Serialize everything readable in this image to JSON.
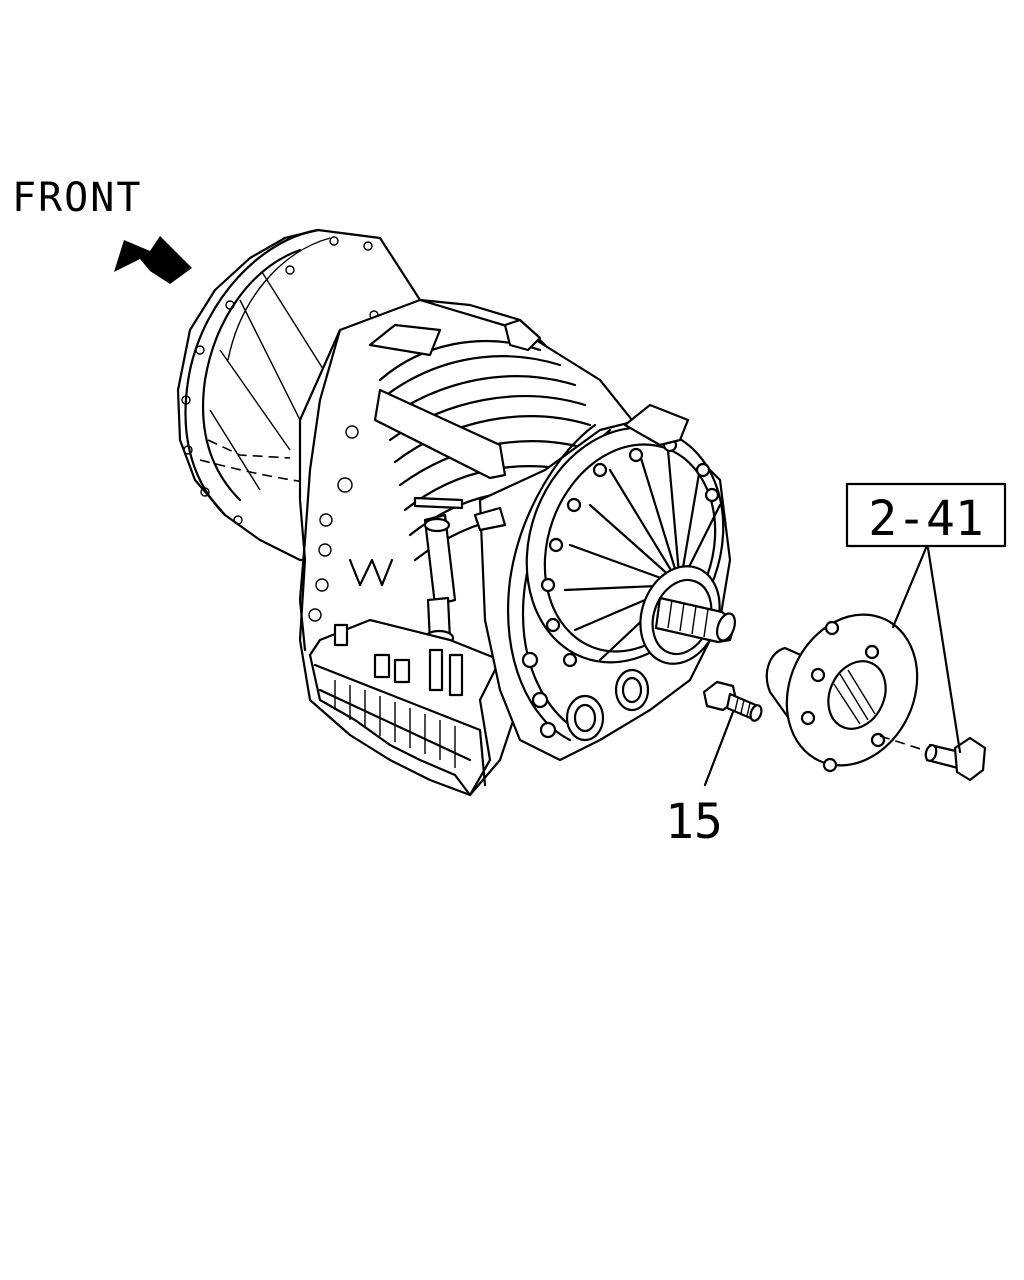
{
  "direction_label": "FRONT",
  "callouts": {
    "flange_group": "2-41",
    "bolt": "15"
  },
  "colors": {
    "line": "#000000",
    "background": "#ffffff"
  },
  "icons": {
    "direction_arrow": "arrow-front-icon"
  }
}
